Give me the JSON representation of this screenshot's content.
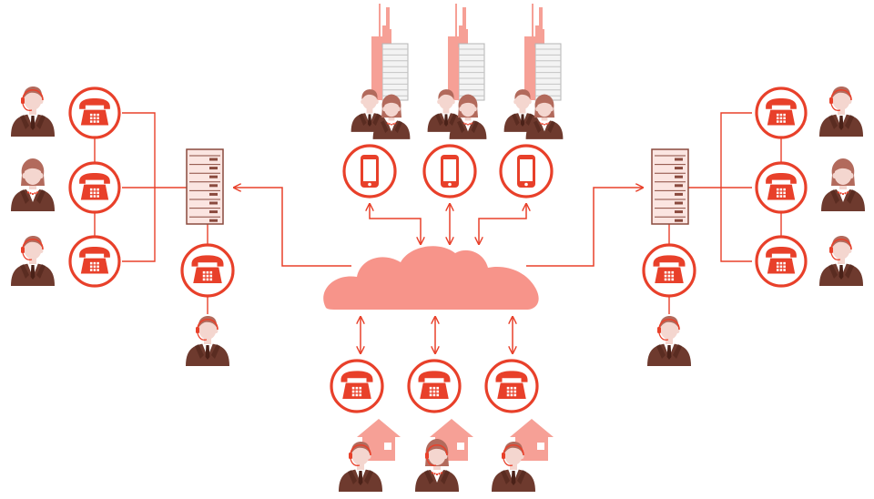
{
  "diagram": {
    "kind": "cloud-telephony-network",
    "text_labels": [],
    "colors": {
      "accent": "#e8402a",
      "cloud": "#f7948a",
      "building": "#f6a096",
      "suit": "#6e3a2e",
      "suit_dark": "#4a2118",
      "skin": "#f4d6cf",
      "hair": "#b26a5c",
      "server_fill": "#fbe5e1",
      "server_stroke": "#8a4a3e"
    },
    "icons": {
      "phone": "desk-phone-icon",
      "mobile": "smartphone-icon",
      "cloud": "cloud-icon",
      "server": "server-rack-icon",
      "office": "office-building-icon",
      "home": "house-icon",
      "person_male": "male-agent-headset-icon",
      "person_female": "female-agent-icon"
    },
    "groups": {
      "left_office": {
        "desk_phones": 3,
        "agents": 3,
        "server": 1,
        "operator_phone": 1
      },
      "right_office": {
        "desk_phones": 3,
        "agents": 3,
        "server": 1,
        "operator_phone": 1
      },
      "mobile_workers": {
        "smartphones": 3,
        "buildings": 3,
        "people_pairs": 3
      },
      "home_workers": {
        "desk_phones": 3,
        "houses": 3,
        "agents": 3
      }
    }
  }
}
